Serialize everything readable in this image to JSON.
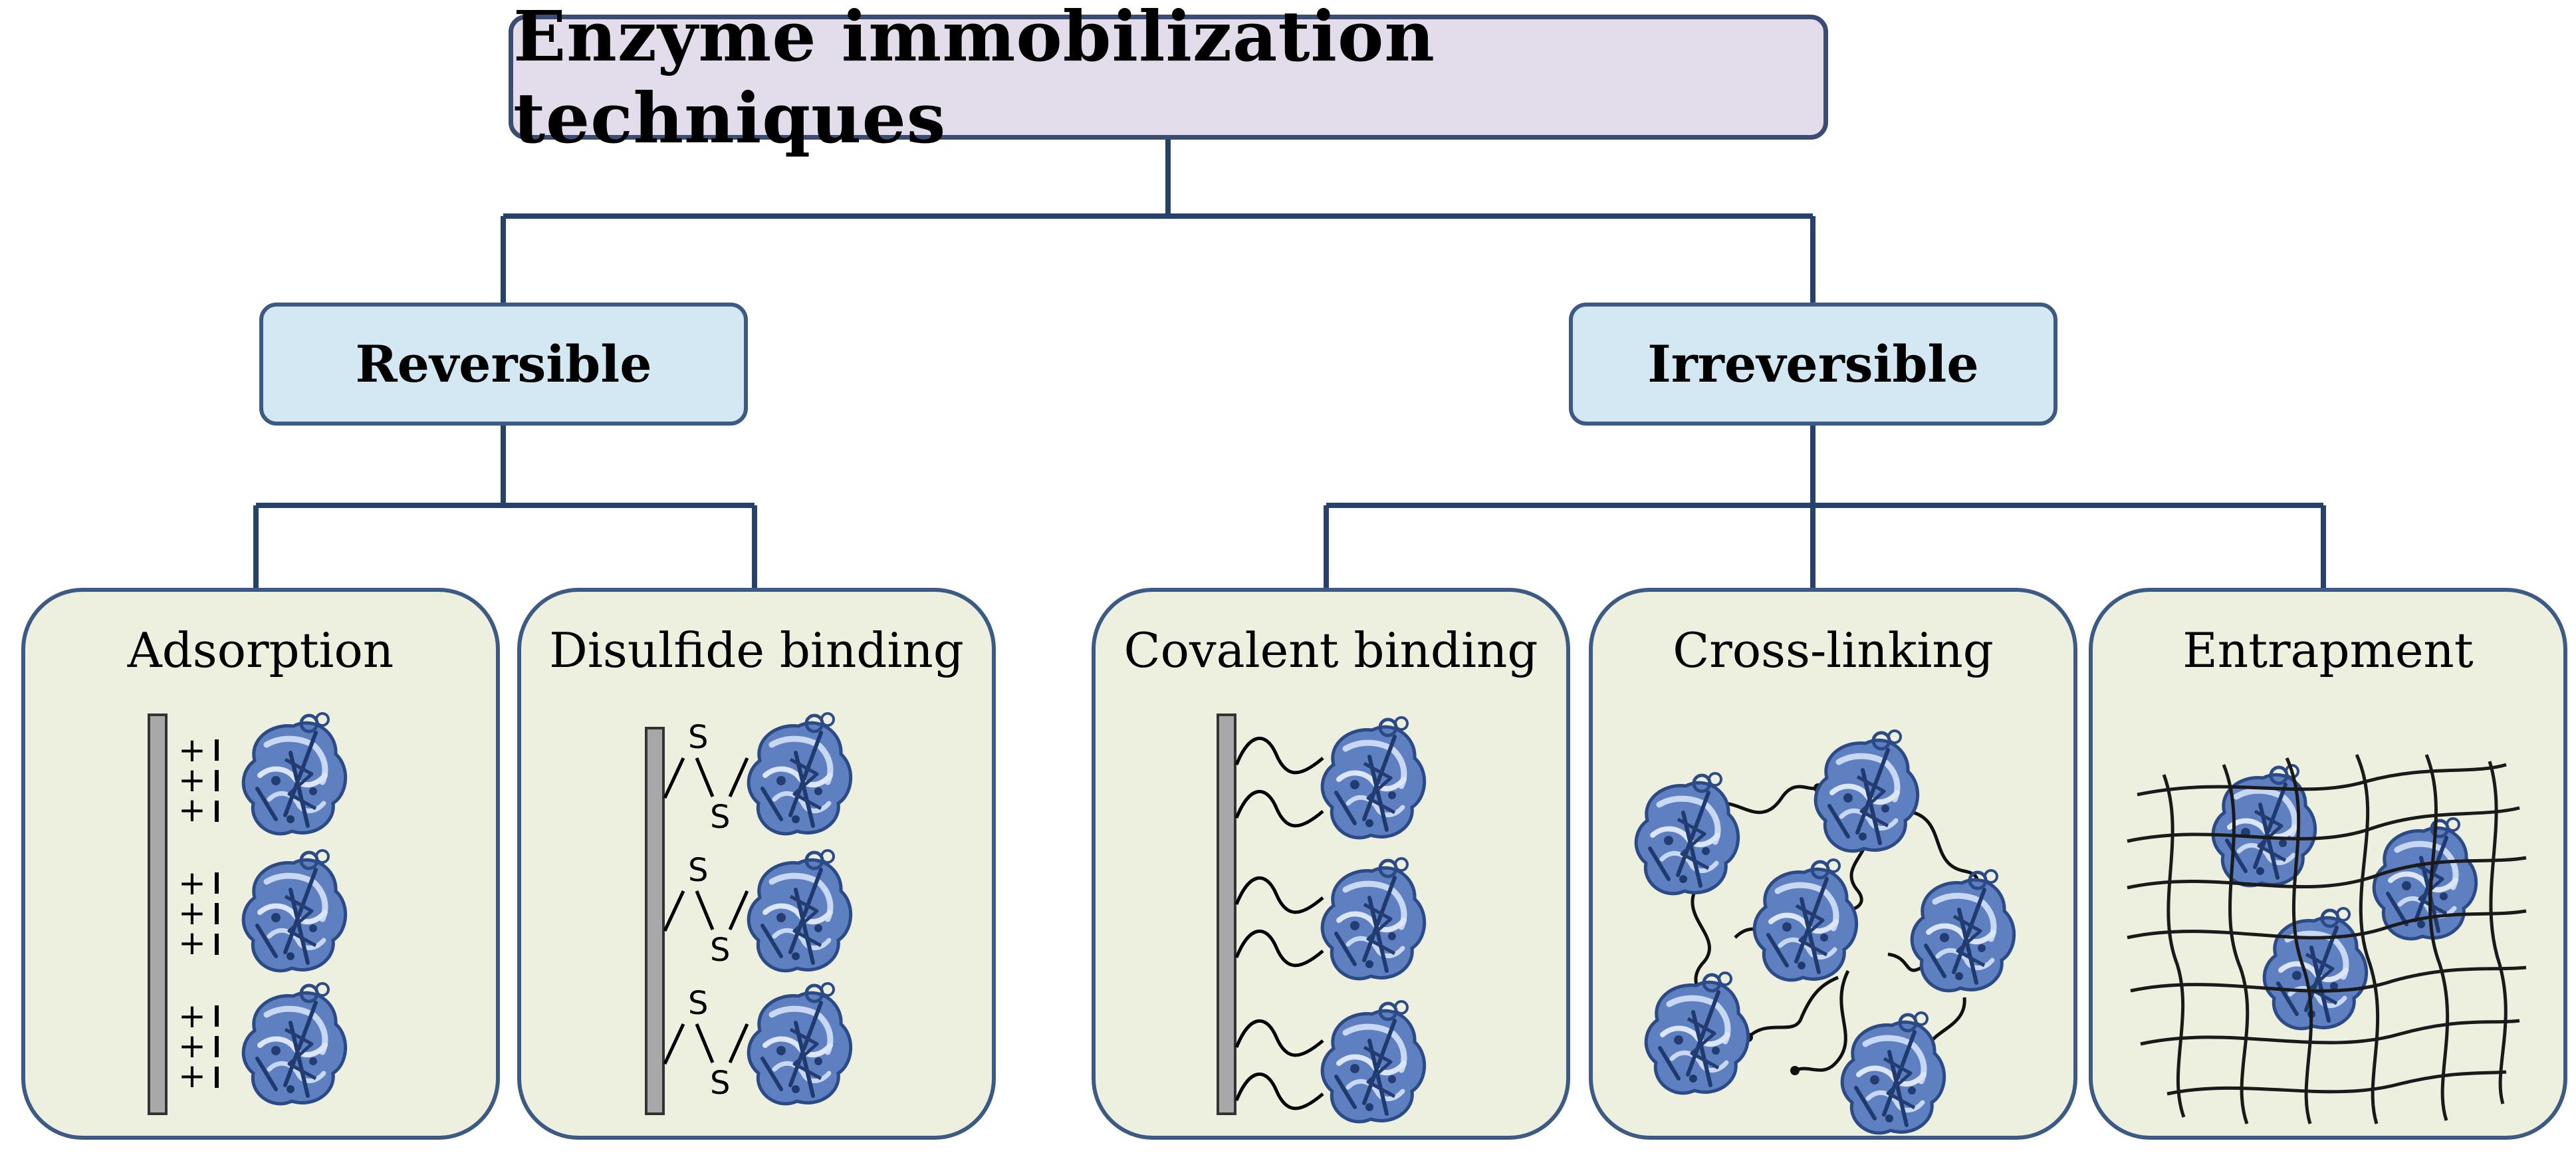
{
  "title": "Enzyme immobilization techniques",
  "categories": {
    "reversible": "Reversible",
    "irreversible": "Irreversible"
  },
  "techniques": {
    "adsorption": "Adsorption",
    "disulfide": "Disulfide binding",
    "covalent": "Covalent binding",
    "crosslinking": "Cross-linking",
    "entrapment": "Entrapment"
  },
  "symbols": {
    "plus": "+",
    "minus": "-",
    "sulfur": "S"
  },
  "colors": {
    "title_fill": "#e3dcea",
    "category_fill": "#d3e8f2",
    "leaf_fill": "#edf0df",
    "border": "#3c5a84",
    "connector": "#27426a",
    "support": "#a8a8a8",
    "enzyme": "#4f72b4"
  }
}
